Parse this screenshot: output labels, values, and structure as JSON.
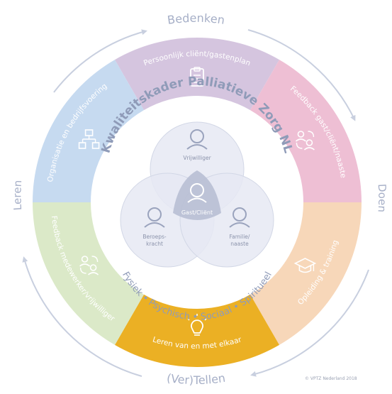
{
  "cycle": {
    "top": "Bedenken",
    "right": "Doen",
    "bottom": "(Ver)Tellen",
    "left": "Leren"
  },
  "segments": [
    {
      "label": "Persoonlijk cliënt/gastenplan",
      "color": "#d5c5df",
      "icon": "clipboard-icon"
    },
    {
      "label": "Feedback gast/cliënt/naaste",
      "color": "#eebfd4",
      "icon": "people-feedback-icon"
    },
    {
      "label": "Opleiding & training",
      "color": "#f7d7b9",
      "icon": "graduation-cap-icon"
    },
    {
      "label": "Leren van en met elkaar",
      "color": "#ebb024",
      "icon": "lightbulb-icon"
    },
    {
      "label": "Feedback medewerker/vrijwilliger",
      "color": "#dbe9c8",
      "icon": "people-feedback-icon"
    },
    {
      "label": "Organisatie en bedrijfsvoering",
      "color": "#c6daf0",
      "icon": "org-chart-icon"
    }
  ],
  "center": {
    "title": "Kwaliteitskader Palliatieve Zorg NL",
    "bottom_text": "Fysiek • Psychisch • Sociaal • Spiritueel",
    "circles": [
      {
        "label": "Vrijwilliger",
        "icon": "person-icon"
      },
      {
        "label": "Beroeps-",
        "label2": "kracht",
        "icon": "person-icon"
      },
      {
        "label": "Familie/",
        "label2": "naaste",
        "icon": "person-icon"
      }
    ],
    "core_label": "Gast/Cliënt"
  },
  "copyright": "© VPTZ Nederland 2018"
}
